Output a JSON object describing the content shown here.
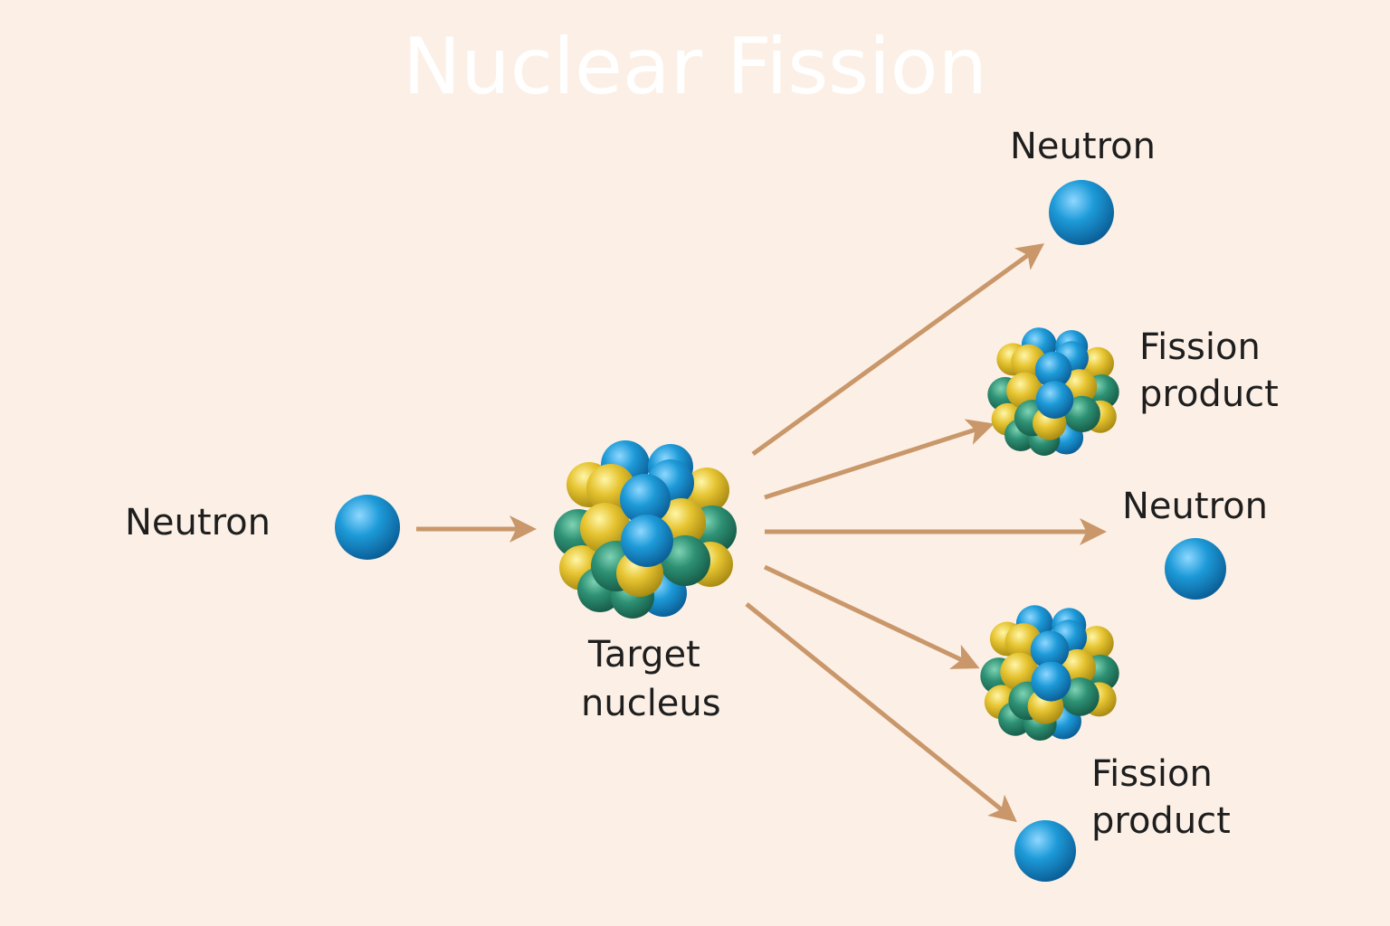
{
  "title": "Nuclear Fission",
  "labels": {
    "incoming_neutron": "Neutron",
    "target_nucleus_line1": "Target",
    "target_nucleus_line2": "nucleus",
    "neutron_top": "Neutron",
    "fission_product_upper_line1": "Fission",
    "fission_product_upper_line2": "product",
    "neutron_middle": "Neutron",
    "fission_product_lower_line1": "Fission",
    "fission_product_lower_line2": "product"
  },
  "colors": {
    "background": "#fcf0e6",
    "title": "#ffffff",
    "arrow": "#c9976a",
    "text": "#1e1e1e",
    "neutron_blue": "#1d8fcf",
    "proton_yellow": "#e3c332",
    "nucleon_green": "#2f8f74"
  }
}
